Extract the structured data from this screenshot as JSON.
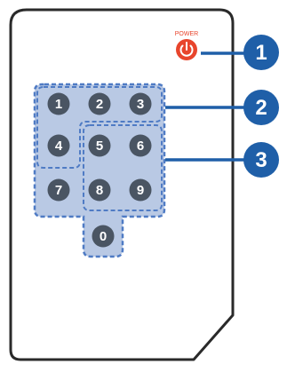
{
  "remote": {
    "power_label": "POWER",
    "keys": [
      "1",
      "2",
      "3",
      "4",
      "5",
      "6",
      "7",
      "8",
      "9",
      "0"
    ]
  },
  "callouts": [
    "1",
    "2",
    "3"
  ],
  "colors": {
    "outline": "#2a2a2a",
    "power": "#e8452c",
    "key": "#4a5563",
    "group_fill": "#b9c9e4",
    "group_border": "#4f7bc4",
    "callout": "#1f5fa8"
  }
}
